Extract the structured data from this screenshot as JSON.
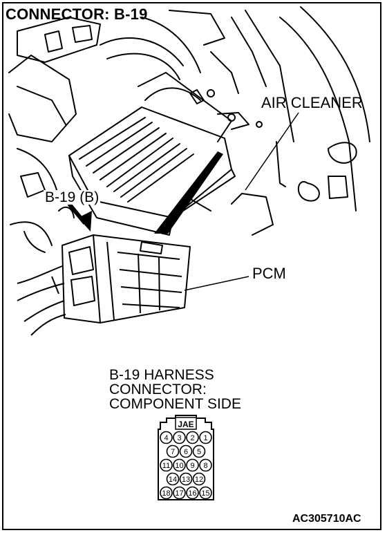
{
  "title": "CONNECTOR: B-19",
  "labels": {
    "air_cleaner": "AIR CLEANER",
    "b19_b": "B-19 (B)",
    "pcm": "PCM"
  },
  "harness_caption": [
    "B-19 HARNESS",
    "CONNECTOR:",
    "COMPONENT SIDE"
  ],
  "connector": {
    "brand": "JAE",
    "rows": [
      [
        "4",
        "3",
        "2",
        "1"
      ],
      [
        "7",
        "6",
        "5"
      ],
      [
        "11",
        "10",
        "9",
        "8"
      ],
      [
        "14",
        "13",
        "12"
      ],
      [
        "18",
        "17",
        "16",
        "15"
      ]
    ]
  },
  "figure_code": "AC305710AC"
}
